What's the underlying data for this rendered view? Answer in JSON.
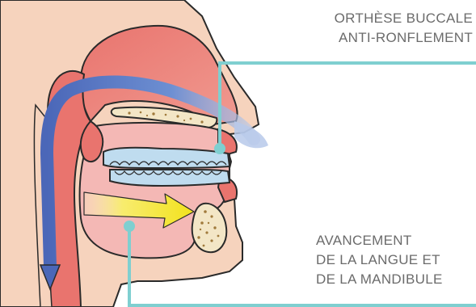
{
  "labels": {
    "appliance": [
      "ORTHÈSE BUCCALE",
      "ANTI-RONFLEMENT"
    ],
    "advancement": [
      "AVANCEMENT",
      "DE LA LANGUE ET",
      "DE LA MANDIBULE"
    ]
  },
  "colors": {
    "skin": "#f6d3bd",
    "tissue_red": "#e9746e",
    "tissue_pink": "#f4b8b5",
    "outline": "#2a2a2a",
    "airway_blue": "#5d7fc9",
    "teeth_blue": "#bfdcef",
    "bone": "#f3e6c6",
    "arrow_yellow": "#f5e531",
    "callout_teal": "#7fcfd0",
    "label_text": "#6b6b6b"
  },
  "icons": [
    "airflow-arrow-icon",
    "tongue-advance-arrow-icon"
  ]
}
